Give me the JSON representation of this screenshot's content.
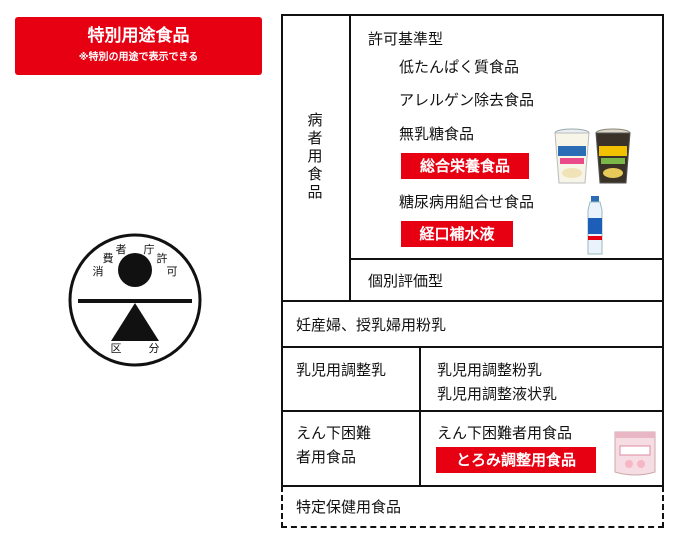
{
  "header_badge": {
    "title": "特別用途食品",
    "subtitle": "※特別の用途で表示できる",
    "color": "#e60012"
  },
  "seal": {
    "arc_text": [
      "消",
      "費",
      "者",
      "庁",
      "許",
      "可"
    ],
    "bottom_text": [
      "区",
      "分"
    ]
  },
  "patient_food": {
    "label_chars": [
      "病",
      "者",
      "用",
      "食",
      "品"
    ],
    "approval_standard": {
      "heading": "許可基準型",
      "items": [
        "低たんぱく質食品",
        "アレルゲン除去食品",
        "無乳糖食品",
        "糖尿病用組合せ食品"
      ],
      "highlighted": [
        "総合栄養食品",
        "経口補水液"
      ]
    },
    "individual": "個別評価型"
  },
  "pregnant": "妊産婦、授乳婦用粉乳",
  "infant": {
    "label": "乳児用調整乳",
    "items": [
      "乳児用調整粉乳",
      "乳児用調整液状乳"
    ]
  },
  "dysphagia": {
    "label_lines": [
      "えん下困難",
      "者用食品"
    ],
    "item": "えん下困難者用食品",
    "highlighted": "とろみ調整用食品"
  },
  "health_use": "特定保健用食品",
  "product_icons": [
    "drink-cup-vanilla-icon",
    "drink-cup-corn-icon",
    "water-bottle-icon",
    "thickener-pouch-icon"
  ]
}
